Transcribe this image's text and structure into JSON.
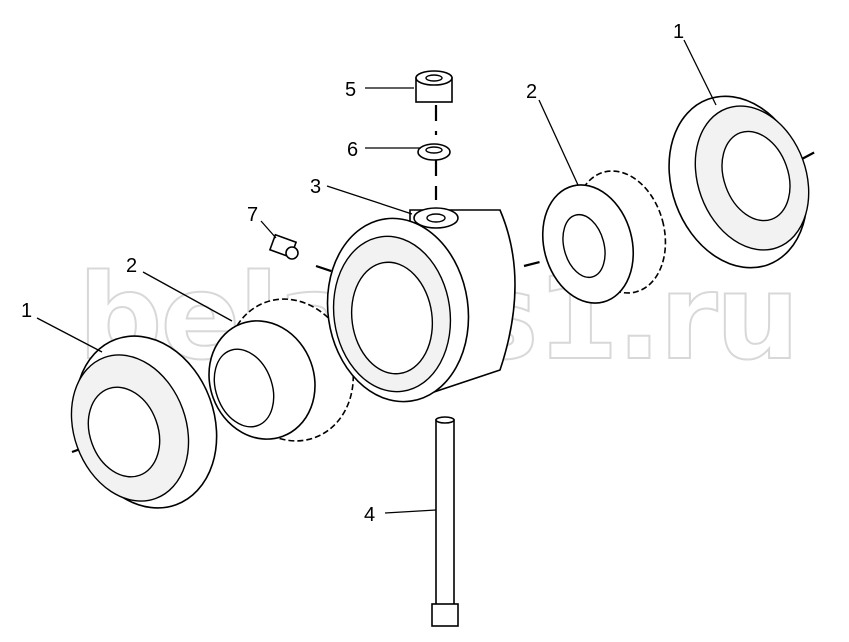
{
  "watermark": "belaz-s1.ru",
  "callouts": [
    "1",
    "2",
    "3",
    "4",
    "5",
    "6",
    "7",
    "2",
    "1"
  ]
}
